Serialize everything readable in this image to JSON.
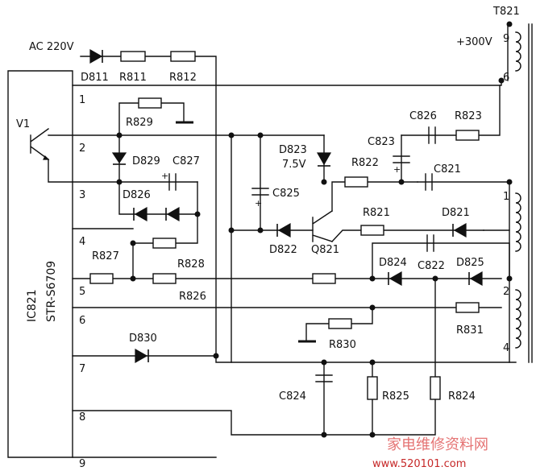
{
  "ic": {
    "ref": "IC821",
    "part": "STR-S6709",
    "transistor": "V1",
    "pins": [
      "1",
      "2",
      "3",
      "4",
      "5",
      "6",
      "7",
      "8",
      "9"
    ]
  },
  "input_label": "AC 220V",
  "transformer": {
    "ref": "T821",
    "voltage": "+300V",
    "pins": [
      "9",
      "6",
      "1",
      "2",
      "4"
    ]
  },
  "components": {
    "D811": "D811",
    "R811": "R811",
    "R812": "R812",
    "R829": "R829",
    "D829": "D829",
    "C827": "C827",
    "D826": "D826",
    "R827": "R827",
    "R828": "R828",
    "R826": "R826",
    "D830": "D830",
    "D823": "D823",
    "D823_value": "7.5V",
    "C825": "C825",
    "D822": "D822",
    "Q821": "Q821",
    "R822": "R822",
    "R821": "R821",
    "C823": "C823",
    "C826": "C826",
    "R823": "R823",
    "C821": "C821",
    "D821": "D821",
    "D824": "D824",
    "C822": "C822",
    "D825": "D825",
    "R831": "R831",
    "R830": "R830",
    "C824": "C824",
    "R825": "R825",
    "R824": "R824"
  },
  "watermark": {
    "title": "家电维修资料网",
    "url": "www.520101.com"
  }
}
